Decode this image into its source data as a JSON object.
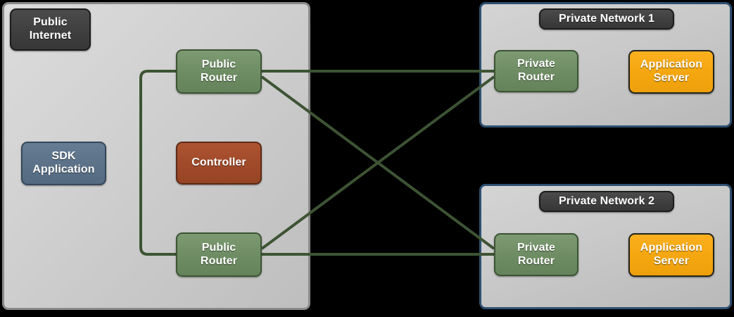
{
  "diagram": {
    "title": "Public Internet to Private Networks routing topology",
    "background_color": "#000000",
    "link_color": "#3d5434"
  },
  "zones": {
    "public": {
      "name": "public-internet-zone",
      "chip_label": "Public\nInternet",
      "fill": "#d2d2d2",
      "border_color": "#8a8a8a"
    },
    "private_1": {
      "name": "private-network-1-zone",
      "chip_label": "Private Network 1",
      "fill": "#c9c9c9",
      "border_color": "#2e5070"
    },
    "private_2": {
      "name": "private-network-2-zone",
      "chip_label": "Private Network 2",
      "fill": "#c9c9c9",
      "border_color": "#2e5070"
    }
  },
  "nodes": {
    "sdk_application": {
      "label": "SDK\nApplication",
      "color": "#5b7187",
      "zone": "public"
    },
    "controller": {
      "label": "Controller",
      "color": "#a04a2a",
      "zone": "public"
    },
    "public_router_1": {
      "label": "Public\nRouter",
      "color": "#6e8c63",
      "zone": "public"
    },
    "public_router_2": {
      "label": "Public\nRouter",
      "color": "#6e8c63",
      "zone": "public"
    },
    "private_router_1": {
      "label": "Private\nRouter",
      "color": "#6e8c63",
      "zone": "private_1"
    },
    "app_server_1": {
      "label": "Application\nServer",
      "color": "#f4a60f",
      "zone": "private_1"
    },
    "private_router_2": {
      "label": "Private\nRouter",
      "color": "#6e8c63",
      "zone": "private_2"
    },
    "app_server_2": {
      "label": "Application\nServer",
      "color": "#f4a60f",
      "zone": "private_2"
    }
  },
  "links": [
    {
      "name": "public-router-1-to-private-router-1",
      "from": "public_router_1",
      "to": "private_router_1",
      "style": "straight"
    },
    {
      "name": "public-router-1-to-private-router-2",
      "from": "public_router_1",
      "to": "private_router_2",
      "style": "diagonal"
    },
    {
      "name": "public-router-2-to-private-router-1",
      "from": "public_router_2",
      "to": "private_router_1",
      "style": "diagonal"
    },
    {
      "name": "public-router-2-to-private-router-2",
      "from": "public_router_2",
      "to": "private_router_2",
      "style": "straight"
    },
    {
      "name": "public-router-1-to-public-router-2",
      "from": "public_router_1",
      "to": "public_router_2",
      "style": "orthogonal"
    }
  ]
}
